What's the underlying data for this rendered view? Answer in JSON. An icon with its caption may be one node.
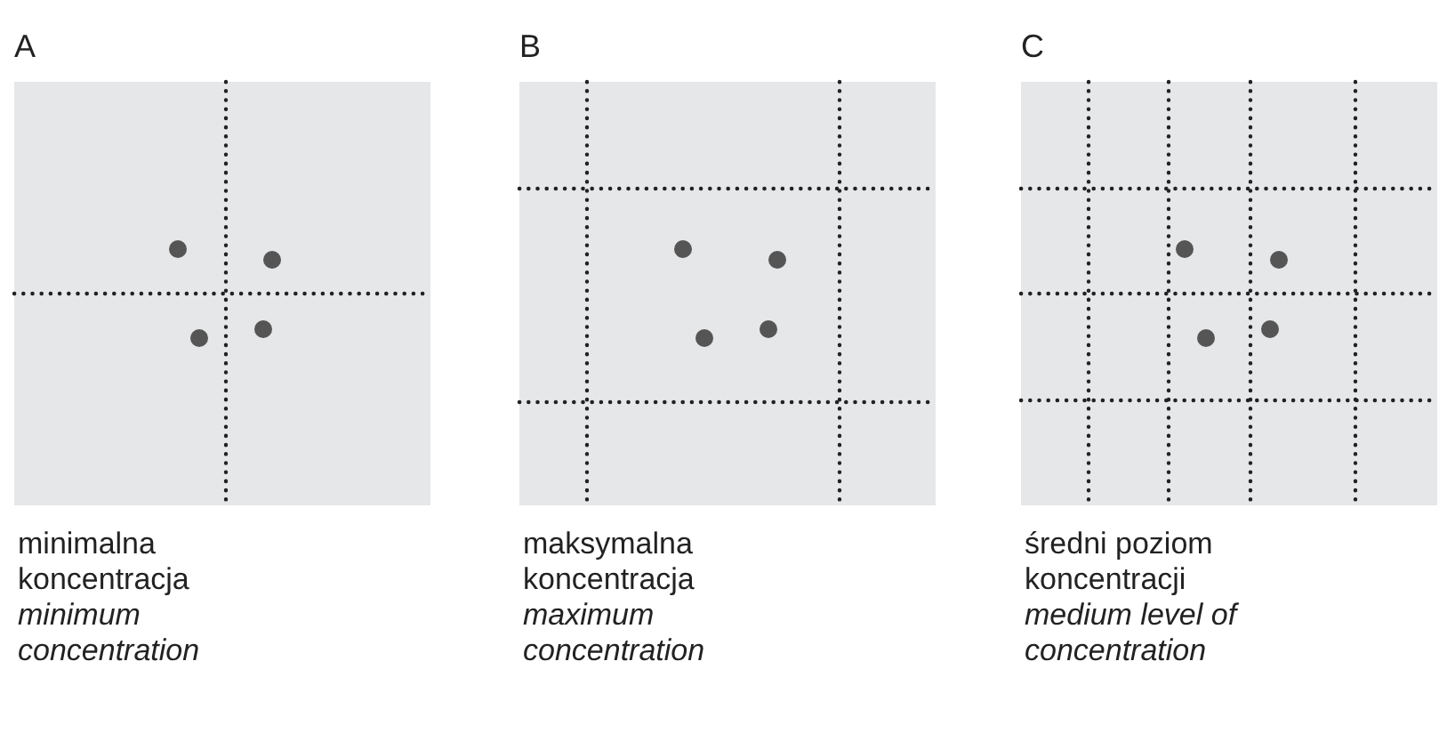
{
  "diagram": {
    "labels": [
      "A",
      "B",
      "C",
      "minimalna koncentracja",
      "minimum concentration",
      "maksymalna koncentracja",
      "maximum concentration",
      "średni poziom koncentracji",
      "medium level of concentration"
    ]
  }
}
